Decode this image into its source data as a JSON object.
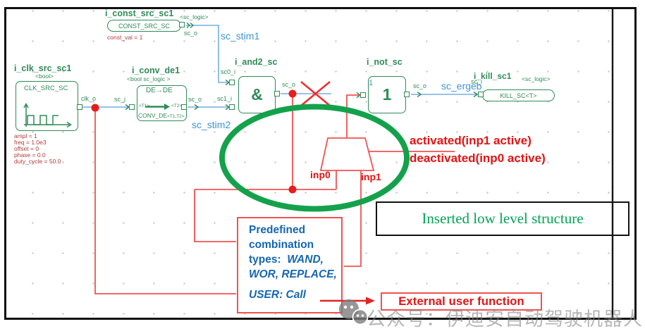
{
  "colors": {
    "block_green": "#2f8b57",
    "wire_blue": "#74aede",
    "net_label_blue": "#3e93d8",
    "wire_red": "#f05252",
    "annotation_red": "#e31212",
    "param_dark_red": "#b4393b",
    "predefined_blue": "#1566b0",
    "ellipse_green": "#13a24b",
    "inserted_green": "#00a455"
  },
  "blocks": {
    "const_src": {
      "title": "i_const_src_sc1",
      "type_param": "<sc_logic>",
      "label": "CONST_SRC_SC",
      "port_out": "sc_o",
      "param": "const_val = 1"
    },
    "clk_src": {
      "title": "i_clk_src_sc1",
      "type_param": "<bool>",
      "label": "CLK_SRC_SC",
      "port_out": "clk_o",
      "params": [
        "ampl = 1",
        "freq = 1.0e3",
        "offset = 0",
        "phase = 0.0",
        "duty_cycle = 50.0"
      ]
    },
    "conv_de": {
      "title": "i_conv_de1",
      "type_param": "<bool sc_logic >",
      "inner_top": "DE→DE",
      "inner_t1": "<T1>",
      "inner_t2": "<T2>",
      "label": "CONV_DE",
      "label_sub": "<T1,T2>",
      "port_in": "sc_i",
      "port_out": "sc_o"
    },
    "and2": {
      "title": "i_and2_sc",
      "symbol": "&",
      "port_in0": "sc0_i",
      "port_in1": "sc1_i",
      "port_out": "sc_o"
    },
    "not1": {
      "title": "i_not_sc",
      "symbol": "1",
      "pin_in": "1",
      "port_out": "sc_o"
    },
    "kill": {
      "title": "i_kill_sc1",
      "type_param": "<sc_logic>",
      "label": "KILL_SC<T>",
      "port_in": "sc_i"
    }
  },
  "nets": {
    "stim1": "sc_stim1",
    "stim2": "sc_stim2",
    "ergeb": "sc_ergeb"
  },
  "resolver": {
    "inp0": "inp0",
    "inp1": "inp1"
  },
  "annotations": {
    "activated": "activated(inp1 active)",
    "deactivated": "deactivated(inp0 active)",
    "inserted": "Inserted low level structure",
    "pre1": "Predefined",
    "pre2": "combination",
    "pre3a": "types:",
    "pre3b": "WAND,",
    "pre4": "WOR, REPLACE,",
    "pre5": "USER: Call",
    "external": "External user function"
  },
  "watermark": {
    "text": "公众号：伊迪安自动驾驶机器人"
  }
}
